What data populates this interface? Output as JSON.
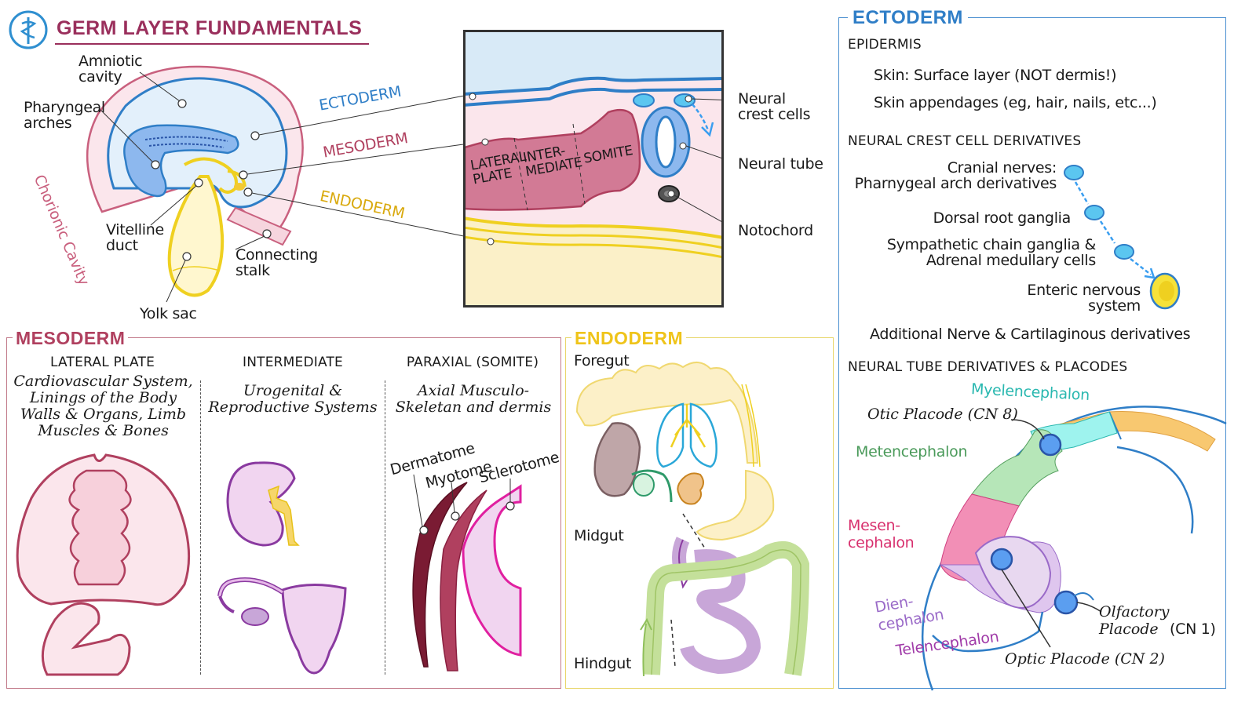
{
  "header": {
    "title": "GERM LAYER FUNDAMENTALS"
  },
  "embryo": {
    "amniotic": "Amniotic cavity",
    "pharyngeal": "Pharyngeal arches",
    "chorionic": "Chorionic Cavity",
    "vitelline": "Vitelline duct",
    "connecting": "Connecting stalk",
    "yolk": "Yolk sac",
    "ectoderm": "ECTODERM",
    "mesoderm": "MESODERM",
    "endoderm": "ENDODERM"
  },
  "cross_section": {
    "lateral": "LATERAL PLATE",
    "inter": "INTER-MEDIATE",
    "somite": "SOMITE",
    "neural_crest": "Neural crest cells",
    "neural_tube": "Neural tube",
    "notochord": "Notochord"
  },
  "mesoderm_panel": {
    "title": "MESODERM",
    "col1_head": "LATERAL PLATE",
    "col1_body": "Cardiovascular System, Linings of the Body Walls & Organs, Limb Muscles & Bones",
    "col2_head": "INTERMEDIATE",
    "col2_body": "Urogenital & Reproductive Systems",
    "col3_head": "PARAXIAL (SOMITE)",
    "col3_body": "Axial Musculo-Skeletan and dermis",
    "dermatome": "Dermatome",
    "myotome": "Myotome",
    "sclerotome": "Sclerotome"
  },
  "endoderm_panel": {
    "title": "ENDODERM",
    "foregut": "Foregut",
    "midgut": "Midgut",
    "hindgut": "Hindgut"
  },
  "ectoderm_panel": {
    "title": "ECTODERM",
    "epidermis": "EPIDERMIS",
    "skin1": "Skin: Surface layer (NOT dermis!)",
    "skin2": "Skin appendages (eg, hair, nails, etc...)",
    "ncc_head": "NEURAL CREST CELL DERIVATIVES",
    "cranial1": "Cranial nerves:",
    "cranial2": "Pharnygeal arch derivatives",
    "drg": "Dorsal root ganglia",
    "symp1": "Sympathetic chain ganglia &",
    "symp2": "Adrenal medullary cells",
    "enteric1": "Enteric nervous",
    "enteric2": "system",
    "additional": "Additional Nerve & Cartilaginous derivatives",
    "ntd_head": "NEURAL TUBE DERIVATIVES & PLACODES",
    "myelen": "Myelencephalon",
    "otic": "Otic Placode (CN 8)",
    "meten": "Metencephalon",
    "mesen1": "Mesen-",
    "mesen2": "cephalon",
    "dien1": "Dien-",
    "dien2": "cephalon",
    "telen": "Telencephalon",
    "olf1": "Olfactory",
    "olf2": "Placode",
    "olf3": "(CN 1)",
    "optic": "Optic Placode (CN 2)"
  },
  "colors": {
    "ectoderm": "#2f7ec7",
    "mesoderm": "#b0405f",
    "endoderm": "#e8c21a",
    "ecto_panel": "#4a8fd0",
    "meso_panel": "#c27a8a",
    "endo_panel": "#e8d66a"
  }
}
